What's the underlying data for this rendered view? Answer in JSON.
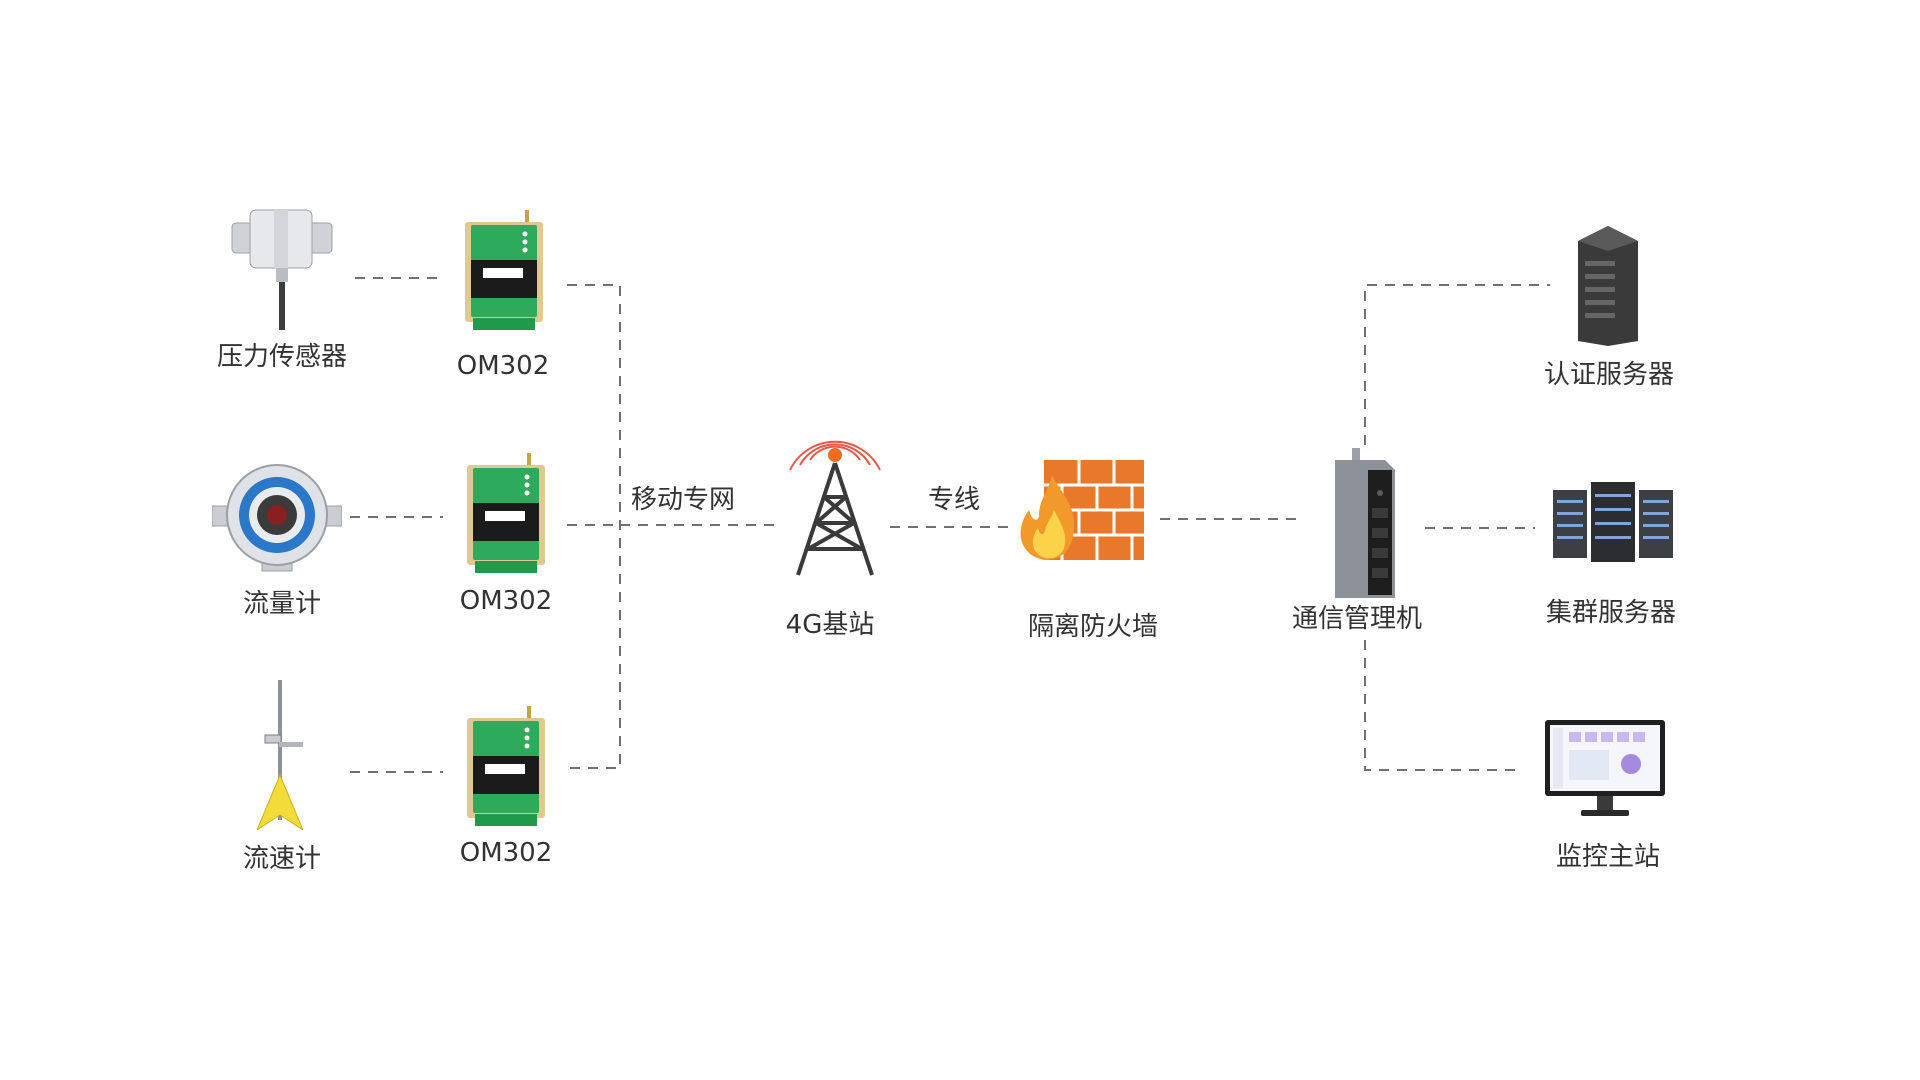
{
  "diagram": {
    "devices": {
      "pressure_sensor": "压力传感器",
      "flow_meter": "流量计",
      "velocity_meter": "流速计"
    },
    "gateways": [
      "OM302",
      "OM302",
      "OM302"
    ],
    "links": {
      "mobile_network": "移动专网",
      "dedicated_line": "专线"
    },
    "base_station": "4G基站",
    "firewall": "隔离防火墙",
    "comm_manager": "通信管理机",
    "servers": {
      "auth": "认证服务器",
      "cluster": "集群服务器",
      "monitor": "监控主站"
    },
    "colors": {
      "line": "#707070",
      "gateway_green": "#2eaa5c",
      "firewall_brick": "#e8792a",
      "signal_red": "#e33b26"
    }
  }
}
